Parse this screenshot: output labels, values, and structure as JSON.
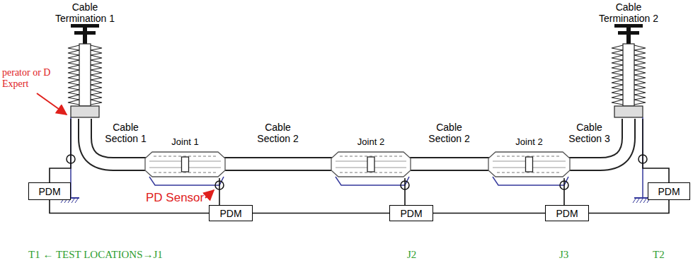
{
  "diagram": {
    "nodes": [
      {
        "text": [
          "Cable Termination 1"
        ]
      },
      {
        "text": [
          "Cable Termination 2"
        ]
      },
      {
        "text": [
          "Joint 1"
        ]
      },
      {
        "text": [
          "Joint 2"
        ]
      },
      {
        "text": [
          "Joint 2"
        ]
      },
      {
        "text": [
          "PDM"
        ]
      },
      {
        "text": [
          "PDM"
        ]
      },
      {
        "text": [
          "PDM"
        ]
      },
      {
        "text": [
          "PDM"
        ]
      },
      {
        "text": [
          "PDM"
        ]
      }
    ],
    "edges": [
      {
        "from": 0,
        "to": 5,
        "arrow": "none"
      },
      {
        "from": 1,
        "to": 6,
        "arrow": "none"
      },
      {
        "from": 2,
        "to": 7,
        "arrow": "none"
      },
      {
        "from": 3,
        "to": 8,
        "arrow": "none"
      },
      {
        "from": 4,
        "to": 9,
        "arrow": "none"
      },
      {
        "from": 5,
        "to": 7,
        "arrow": "none"
      },
      {
        "from": 7,
        "to": 8,
        "arrow": "none"
      },
      {
        "from": 8,
        "to": 9,
        "arrow": "none"
      },
      {
        "from": 9,
        "to": 6,
        "arrow": "none"
      }
    ],
    "labels": [
      "Cable Section 1",
      "Cable Section 2",
      "Cable Section 2",
      "Cable Section 3",
      "perator or D Expert",
      "PD Sensor",
      "T1 ← TEST LOCATIONS→J1",
      "J2",
      "J3",
      "T2"
    ]
  }
}
